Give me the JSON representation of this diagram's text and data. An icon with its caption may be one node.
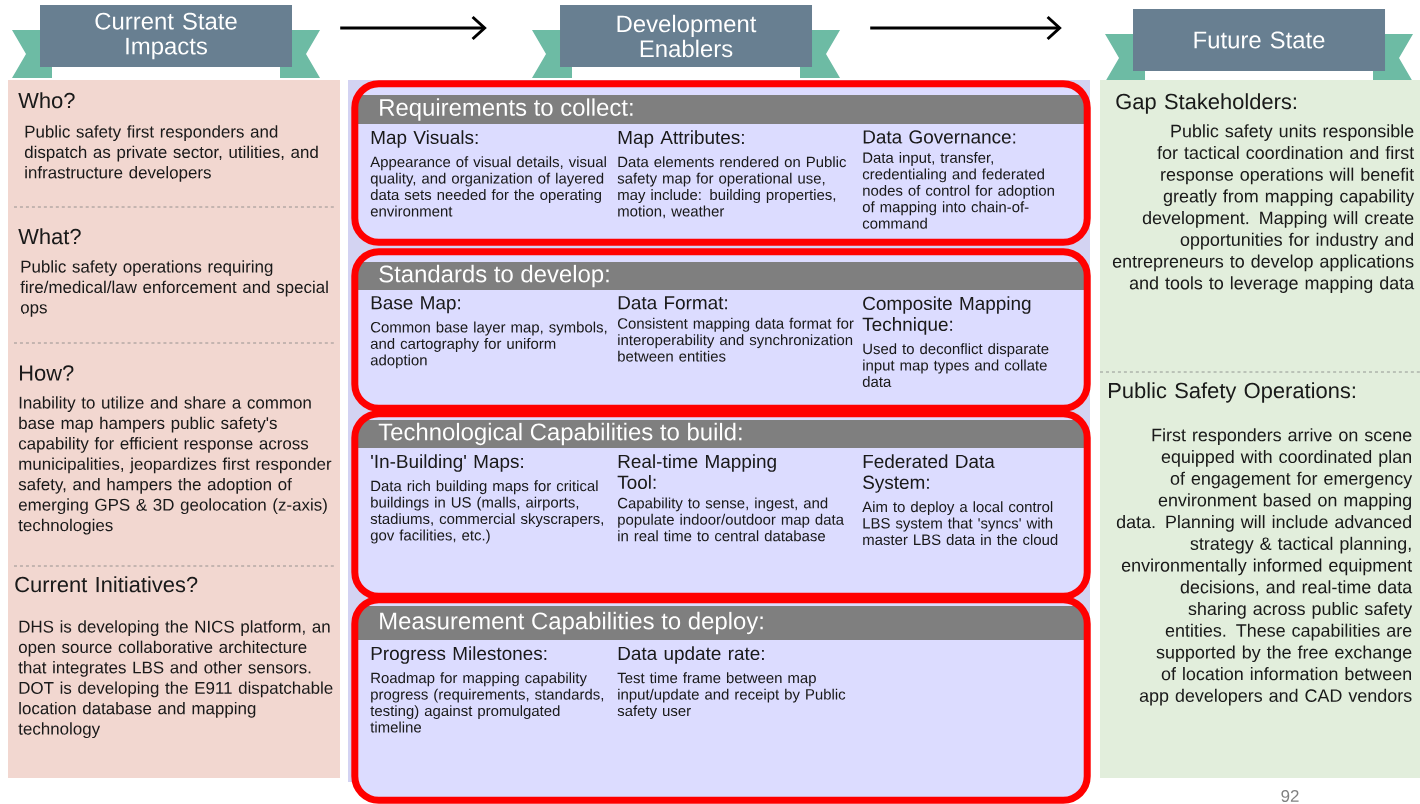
{
  "diagram": {
    "nodes": [
      {
        "text": [
          "Current State Impacts"
        ]
      },
      {
        "text": [
          "Development Enablers"
        ]
      },
      {
        "text": [
          "Future State"
        ]
      },
      {
        "text": [
          "Who?",
          "Public safety first responders and dispatch as private sector, utilities, and infrastructure developers",
          "What?",
          "Public safety operations requiring fire/medical/law enforcement and special ops",
          "How?",
          "Inability to utilize and share a common base map hampers public safety's capability for efficient response across municipalities, jeopardizes first responder safety, and hampers the adoption of emerging GPS & 3D geolocation (z-axis) technologies",
          "Current Initiatives?",
          "DHS is developing the NICS platform, an open source collaborative architecture that integrates LBS and other sensors. DOT is developing the E911 dispatchable location database and mapping technology"
        ]
      },
      {
        "text": [],
        "shape": "box"
      },
      {
        "text": [
          "Requirements to collect:",
          "Map Visuals:",
          "Appearance of visual details, visual quality, and organization of layered data sets needed for the operating environment",
          "Map Attributes:",
          "Data elements rendered on Public safety map for operational use, may include: building properties, motion, weather",
          "Data Governance:",
          "Data input, transfer, credentialing and federated nodes of control for adoption of mapping into chain-of-command"
        ],
        "in": 4
      },
      {
        "text": [
          "Standards to develop:",
          "Base Map:",
          "Common base layer map, symbols, and cartography for uniform adoption",
          "Data Format:",
          "Consistent mapping data format for interoperability and synchronization between entities",
          "Composite Mapping Technique:",
          "Used to deconflict disparate input map types and collate data"
        ],
        "in": 4
      },
      {
        "text": [
          "Technological Capabilities to build:",
          "'In-Building' Maps:",
          "Data rich building maps for critical buildings in US (malls, airports, stadiums, commercial skyscrapers, gov facilities, etc.)",
          "Real-time Mapping Tool:",
          "Capability to sense, ingest, and populate indoor/outdoor map data in real time to central database",
          "Federated Data System:",
          "Aim to deploy a local control LBS system that 'syncs' with master LBS data in the cloud"
        ],
        "in": 4
      },
      {
        "text": [
          "Measurement Capabilities to deploy:",
          "Progress Milestones:",
          "Roadmap for mapping capability progress (requirements, standards, testing) against promulgated timeline",
          "Data update rate:",
          "Test time frame between map input/update and receipt by Public safety user"
        ],
        "in": 4
      },
      {
        "text": [
          "Gap Stakeholders:",
          "Public safety units responsible for tactical coordination and first response operations will benefit greatly from mapping capability development. Mapping will create opportunities for industry and entrepreneurs to develop applications and tools to leverage mapping data",
          "Public Safety Operations:",
          "First responders arrive on scene equipped with coordinated plan of engagement for emergency environment based on mapping data. Planning will include advanced strategy & tactical planning, environmentally informed equipment decisions, and real-time data sharing across public safety entities. These capabilities are supported by the free exchange of location information between app developers and CAD vendors"
        ]
      }
    ],
    "edges": [
      {
        "from": 0,
        "to": 1,
        "arrow": "to"
      },
      {
        "from": 1,
        "to": 2,
        "arrow": "to"
      }
    ],
    "labels": [
      "92"
    ]
  }
}
